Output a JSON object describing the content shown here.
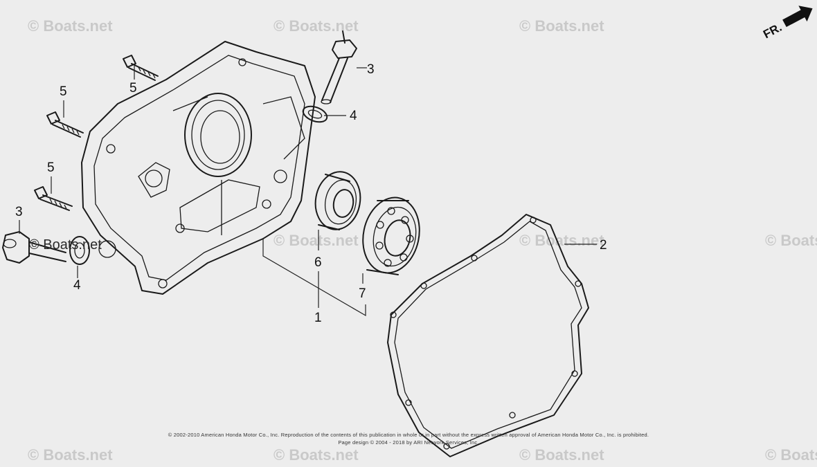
{
  "watermark": {
    "text": "© Boats.net",
    "color": "#c9c9c9"
  },
  "direction_indicator": {
    "label": "FR."
  },
  "callouts": {
    "c1": "1",
    "c2": "2",
    "c3_top": "3",
    "c3_left": "3",
    "c4_top": "4",
    "c4_left": "4",
    "c5_top": "5",
    "c5_mid": "5",
    "c5_low": "5",
    "c6": "6",
    "c7": "7"
  },
  "copyright": {
    "line1": "© 2002-2010 American Honda Motor Co., Inc. Reproduction of the contents of this publication in whole or in part without the express written approval of American Honda Motor Co., Inc. is prohibited.",
    "line2": "Page design © 2004 - 2018 by ARI Network Services, Inc."
  },
  "colors": {
    "background": "#ededed",
    "line_art": "#1a1a1a"
  }
}
